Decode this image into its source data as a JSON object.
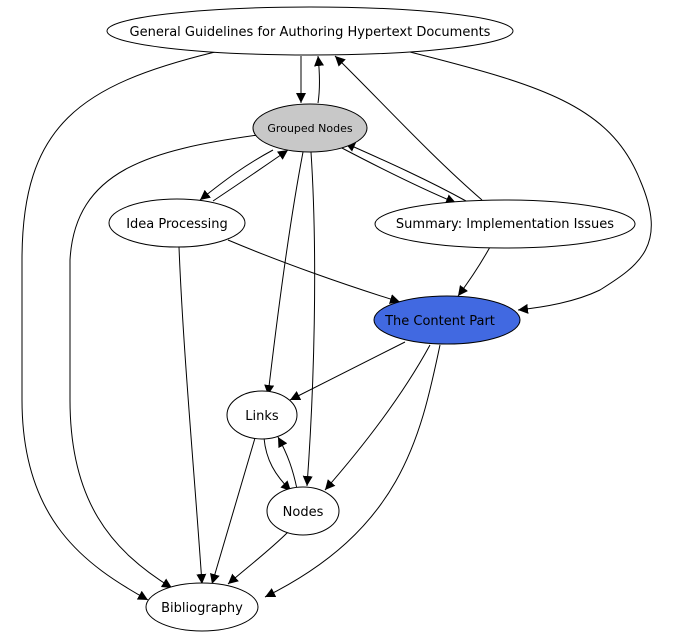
{
  "nodes": {
    "general": {
      "label": "General Guidelines for Authoring Hypertext Documents",
      "fill": "#ffffff"
    },
    "grouped": {
      "label": "Grouped Nodes",
      "fill": "#c8c8c8"
    },
    "idea": {
      "label": "Idea Processing",
      "fill": "#ffffff"
    },
    "summary": {
      "label": "Summary: Implementation Issues",
      "fill": "#ffffff"
    },
    "content": {
      "label": "The Content Part",
      "fill": "#4169e1"
    },
    "links": {
      "label": "Links",
      "fill": "#ffffff"
    },
    "nodes_node": {
      "label": "Nodes",
      "fill": "#ffffff"
    },
    "bibliography": {
      "label": "Bibliography",
      "fill": "#ffffff"
    }
  },
  "edges": [
    [
      "general",
      "grouped"
    ],
    [
      "grouped",
      "general"
    ],
    [
      "general",
      "bibliography"
    ],
    [
      "general",
      "content"
    ],
    [
      "summary",
      "general"
    ],
    [
      "grouped",
      "idea"
    ],
    [
      "idea",
      "grouped"
    ],
    [
      "grouped",
      "summary"
    ],
    [
      "summary",
      "grouped"
    ],
    [
      "grouped",
      "links"
    ],
    [
      "grouped",
      "nodes_node"
    ],
    [
      "grouped",
      "bibliography"
    ],
    [
      "idea",
      "content"
    ],
    [
      "idea",
      "bibliography"
    ],
    [
      "summary",
      "content"
    ],
    [
      "content",
      "links"
    ],
    [
      "content",
      "nodes_node"
    ],
    [
      "content",
      "bibliography"
    ],
    [
      "links",
      "nodes_node"
    ],
    [
      "nodes_node",
      "links"
    ],
    [
      "links",
      "bibliography"
    ],
    [
      "nodes_node",
      "bibliography"
    ]
  ]
}
